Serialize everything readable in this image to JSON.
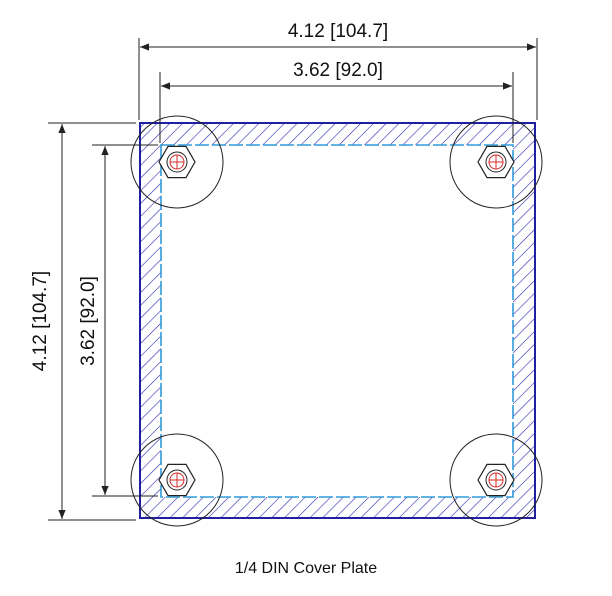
{
  "dimensions": {
    "outer_width": "4.12 [104.7]",
    "inner_width": "3.62 [92.0]",
    "outer_height": "4.12 [104.7]",
    "inner_height": "3.62 [92.0]"
  },
  "caption": "1/4 DIN Cover Plate",
  "colors": {
    "hatch": "#2a2ab0",
    "inner_edge": "#2f9bd8",
    "outline": "#1f1fa0",
    "dimension_lines": "#222222",
    "screw_cross": "#d42a2a"
  },
  "screws": [
    {
      "name": "screw-top-left"
    },
    {
      "name": "screw-top-right"
    },
    {
      "name": "screw-bottom-left"
    },
    {
      "name": "screw-bottom-right"
    }
  ]
}
